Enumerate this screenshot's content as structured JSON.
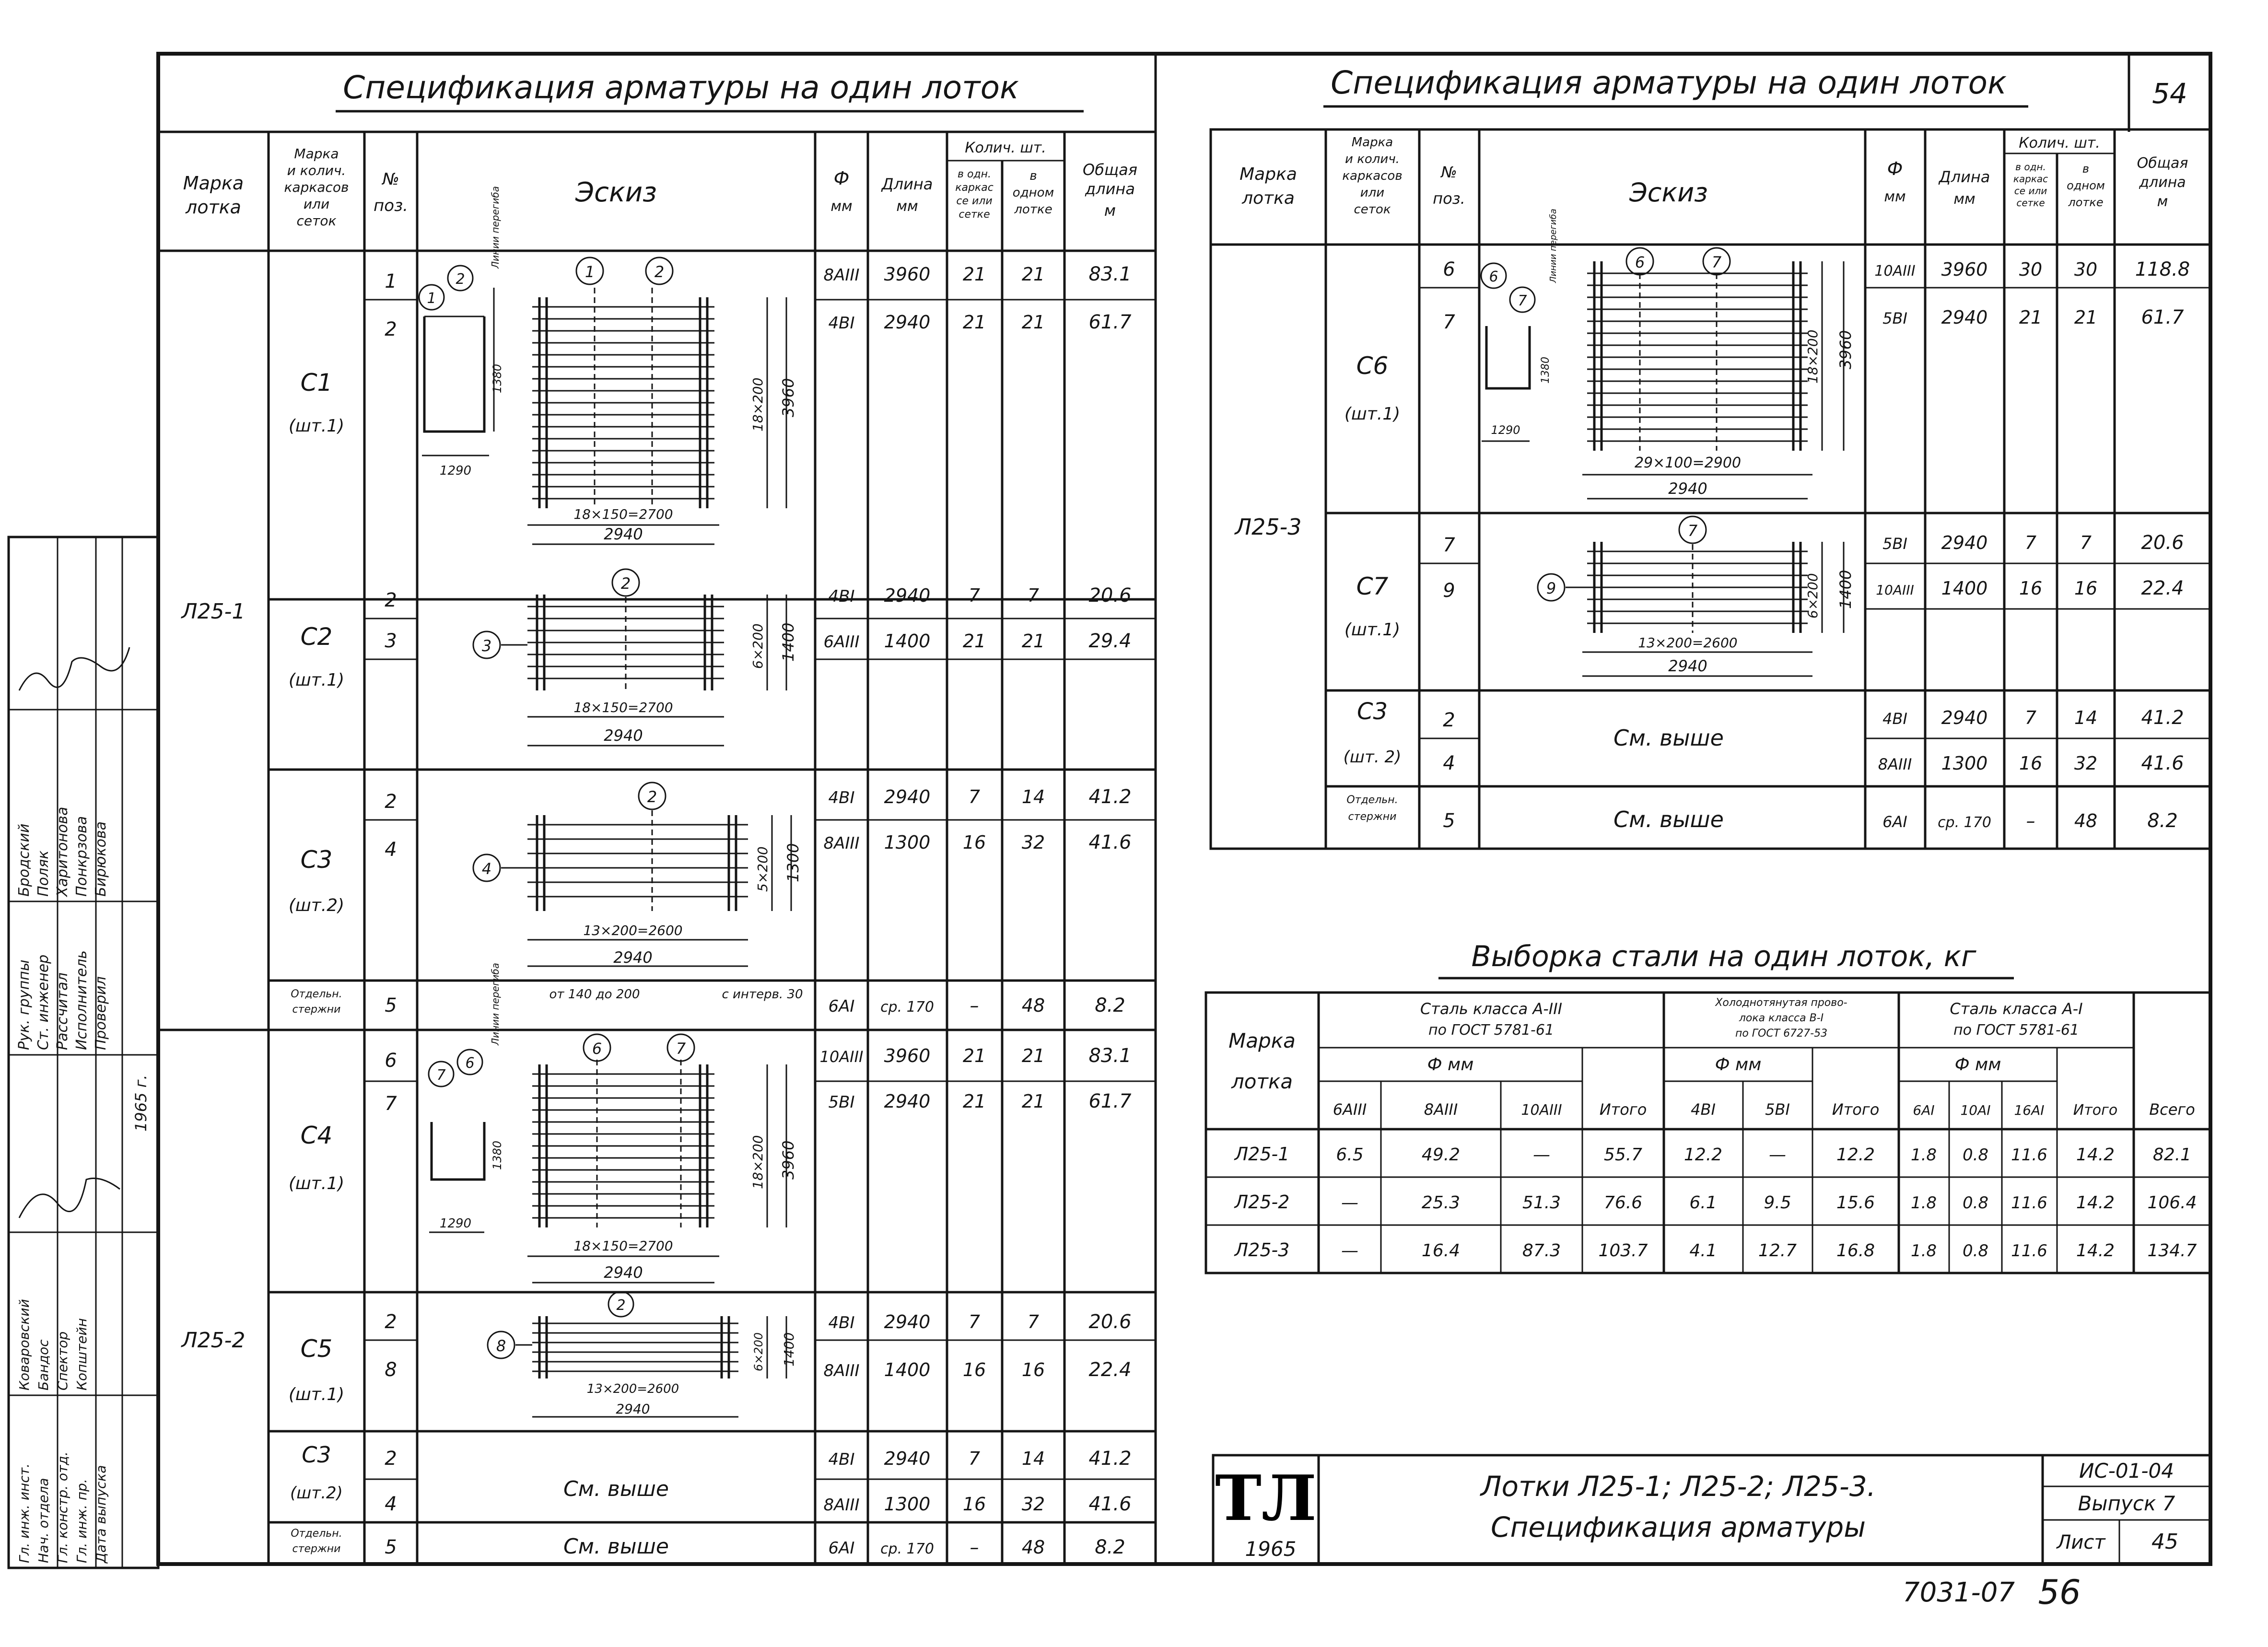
{
  "left": {
    "title": "Спецификация арматуры на один лоток",
    "headers": {
      "mark": "Марка лотка",
      "frames": "Марка и колич. каркасов или сеток",
      "pos": "№ поз.",
      "sketch": "Эскиз",
      "phi": "Ф мм",
      "length": "Длина мм",
      "qty": "Колич. шт.",
      "qty_grid": "В одн. каркасе или сетке",
      "qty_tray": "В одном лотке",
      "total": "Общая длина м"
    },
    "trays": [
      "Л25-1",
      "Л25-2"
    ],
    "groups": [
      {
        "name": "С1",
        "qty": "(шт.1)"
      },
      {
        "name": "С2",
        "qty": "(шт.1)"
      },
      {
        "name": "С3",
        "qty": "(шт.2)"
      },
      {
        "name": "Отдельн. стержни",
        "qty": ""
      },
      {
        "name": "С4",
        "qty": "(шт.1)"
      },
      {
        "name": "С5",
        "qty": "(шт.1)"
      },
      {
        "name": "С3",
        "qty": "(шт.2)"
      },
      {
        "name": "Отдельн. стержни",
        "qty": ""
      }
    ],
    "rows": [
      {
        "pos": "1",
        "phi": "8АIII",
        "len": "3960",
        "q1": "21",
        "q2": "21",
        "total": "83.1"
      },
      {
        "pos": "2",
        "phi": "4ВI",
        "len": "2940",
        "q1": "21",
        "q2": "21",
        "total": "61.7"
      },
      {
        "pos": "2",
        "phi": "4ВI",
        "len": "2940",
        "q1": "7",
        "q2": "7",
        "total": "20.6"
      },
      {
        "pos": "3",
        "phi": "6АIII",
        "len": "1400",
        "q1": "21",
        "q2": "21",
        "total": "29.4"
      },
      {
        "pos": "2",
        "phi": "4ВI",
        "len": "2940",
        "q1": "7",
        "q2": "14",
        "total": "41.2"
      },
      {
        "pos": "4",
        "phi": "8АIII",
        "len": "1300",
        "q1": "16",
        "q2": "32",
        "total": "41.6"
      },
      {
        "pos": "5",
        "phi": "6АI",
        "len": "ср. 170",
        "q1": "–",
        "q2": "48",
        "total": "8.2"
      },
      {
        "pos": "6",
        "phi": "10АIII",
        "len": "3960",
        "q1": "21",
        "q2": "21",
        "total": "83.1"
      },
      {
        "pos": "7",
        "phi": "5ВI",
        "len": "2940",
        "q1": "21",
        "q2": "21",
        "total": "61.7"
      },
      {
        "pos": "2",
        "phi": "4ВI",
        "len": "2940",
        "q1": "7",
        "q2": "7",
        "total": "20.6"
      },
      {
        "pos": "8",
        "phi": "8АIII",
        "len": "1400",
        "q1": "16",
        "q2": "16",
        "total": "22.4"
      },
      {
        "pos": "2",
        "phi": "4ВI",
        "len": "2940",
        "q1": "7",
        "q2": "14",
        "total": "41.2"
      },
      {
        "pos": "4",
        "phi": "8АIII",
        "len": "1300",
        "q1": "16",
        "q2": "32",
        "total": "41.6"
      },
      {
        "pos": "5",
        "phi": "6АI",
        "len": "ср. 170",
        "q1": "–",
        "q2": "48",
        "total": "8.2"
      }
    ],
    "see_above": "См. выше",
    "sketch_text": {
      "c1_dims": "18×150=2700",
      "c1_total": "2940",
      "c1_side": "18×200",
      "c1_height": "3960",
      "c1_w": "1290",
      "c1_h": "1380",
      "c2_dims": "18×150=2700",
      "c2_total": "2940",
      "c2_side": "6×200",
      "c2_height": "1400",
      "c3_dims": "13×200=2600",
      "c3_total": "2940",
      "c3_side": "5×200",
      "c3_height": "1300",
      "sep_note": "от 140 до 200",
      "sep_note2": "с интерв. 30",
      "lines": "Линии перегиба",
      "c4_dims": "18×150=2700",
      "c4_total": "2940",
      "c5_dims": "13×200=2600",
      "c5_total": "2940"
    }
  },
  "right": {
    "title": "Спецификация арматуры на один лоток",
    "sheet_no": "54",
    "tray": "Л25-3",
    "groups": [
      {
        "name": "С6",
        "qty": "(шт.1)"
      },
      {
        "name": "С7",
        "qty": "(шт.1)"
      },
      {
        "name": "С3",
        "qty": "(шт. 2)"
      },
      {
        "name": "Отдельн. стержни",
        "qty": ""
      }
    ],
    "rows": [
      {
        "pos": "6",
        "phi": "10АIII",
        "len": "3960",
        "q1": "30",
        "q2": "30",
        "total": "118.8"
      },
      {
        "pos": "7",
        "phi": "5ВI",
        "len": "2940",
        "q1": "21",
        "q2": "21",
        "total": "61.7"
      },
      {
        "pos": "7",
        "phi": "5ВI",
        "len": "2940",
        "q1": "7",
        "q2": "7",
        "total": "20.6"
      },
      {
        "pos": "9",
        "phi": "10АIII",
        "len": "1400",
        "q1": "16",
        "q2": "16",
        "total": "22.4"
      },
      {
        "pos": "2",
        "phi": "4ВI",
        "len": "2940",
        "q1": "7",
        "q2": "14",
        "total": "41.2"
      },
      {
        "pos": "4",
        "phi": "8АIII",
        "len": "1300",
        "q1": "16",
        "q2": "32",
        "total": "41.6"
      },
      {
        "pos": "5",
        "phi": "6АI",
        "len": "ср. 170",
        "q1": "–",
        "q2": "48",
        "total": "8.2"
      }
    ],
    "sketch_text": {
      "c6_dims": "29×100=2900",
      "c6_total": "2940",
      "c6_side": "18×200",
      "c6_height": "3960",
      "c7_dims": "13×200=2600",
      "c7_total": "2940",
      "c7_side": "6×200",
      "c7_height": "1400"
    }
  },
  "steel": {
    "title": "Выборка стали на один лоток, кг",
    "mark_header": "Марка лотка",
    "g1": "Сталь класса А-III по ГОСТ 5781-61",
    "g2": "Холоднотянутая проволока класса В-I по ГОСТ 6727-53",
    "g3": "Сталь класса А-I по ГОСТ 5781-61",
    "phi": "Ф мм",
    "cols": [
      "6АIII",
      "8АIII",
      "10АIII",
      "Итого",
      "4ВI",
      "5ВI",
      "Итого",
      "6АI",
      "10АI",
      "16АI",
      "Итого",
      "Всего"
    ],
    "rows": [
      {
        "mark": "Л25-1",
        "v": [
          "6.5",
          "49.2",
          "—",
          "55.7",
          "12.2",
          "—",
          "12.2",
          "1.8",
          "0.8",
          "11.6",
          "14.2",
          "82.1"
        ]
      },
      {
        "mark": "Л25-2",
        "v": [
          "—",
          "25.3",
          "51.3",
          "76.6",
          "6.1",
          "9.5",
          "15.6",
          "1.8",
          "0.8",
          "11.6",
          "14.2",
          "106.4"
        ]
      },
      {
        "mark": "Л25-3",
        "v": [
          "—",
          "16.4",
          "87.3",
          "103.7",
          "4.1",
          "12.7",
          "16.8",
          "1.8",
          "0.8",
          "11.6",
          "14.2",
          "134.7"
        ]
      }
    ]
  },
  "titleblock": {
    "logo": "ТЛ",
    "year": "1965",
    "title1": "Лотки Л25-1; Л25-2; Л25-3.",
    "title2": "Спецификация арматуры",
    "code": "ИС-01-04",
    "issue": "Выпуск 7",
    "sheet_label": "Лист",
    "sheet": "45"
  },
  "stamp": "7031-07",
  "page_no": "56",
  "side_stamp": {
    "roles": [
      "Рук. группы",
      "Ст. инженер",
      "Рассчитал",
      "Исполнитель",
      "Проверил"
    ],
    "names": [
      "Бродский",
      "Поляк",
      "Харитонова",
      "Понкрзова",
      "Бирюкова"
    ],
    "roles2": [
      "Гл. инж. инст.",
      "Нач. отдела",
      "Гл. констр. отд.",
      "Гл. инж. пр.",
      "Дата выпуска"
    ],
    "names2": [
      "Коваровский",
      "Бандос",
      "Спектор",
      "Копштейн"
    ],
    "year": "1965 г."
  }
}
